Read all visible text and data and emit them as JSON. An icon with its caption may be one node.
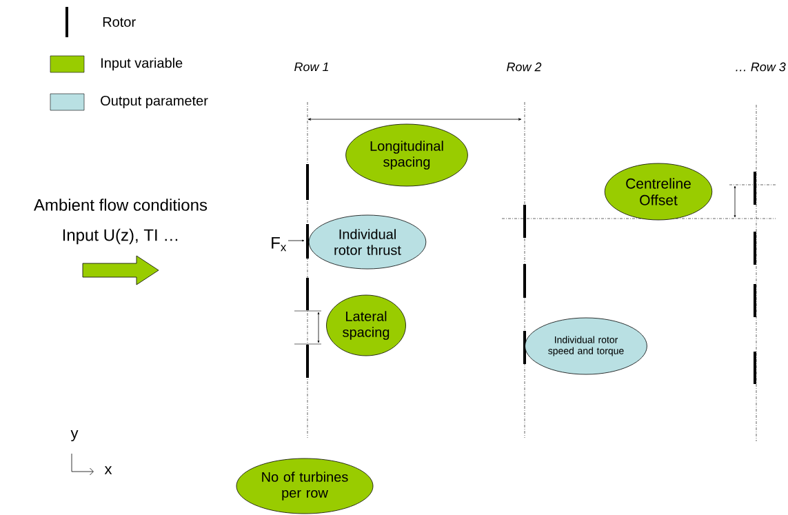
{
  "diagram": {
    "nodes": [
      {
        "text": [
          "Longitudinal spacing"
        ]
      },
      {
        "text": [
          "Centreline Offset"
        ]
      },
      {
        "text": [
          "Individual rotor thrust"
        ]
      },
      {
        "text": [
          "Lateral spacing"
        ]
      },
      {
        "text": [
          "Individual rotor speed and torque"
        ]
      },
      {
        "text": [
          "No of turbines per row"
        ]
      }
    ],
    "labels": [
      "Row 1",
      "Row 2",
      "… Row 3",
      "Ambient flow conditions",
      "Input U(z), TI …",
      "F$_{x}$",
      "y",
      "x"
    ],
    "legend": [
      {
        "text": "Rotor"
      },
      {
        "text": "Input variable",
        "color": "#99cc00"
      },
      {
        "text": "Output parameter",
        "color": "#b9e0e3"
      }
    ]
  }
}
